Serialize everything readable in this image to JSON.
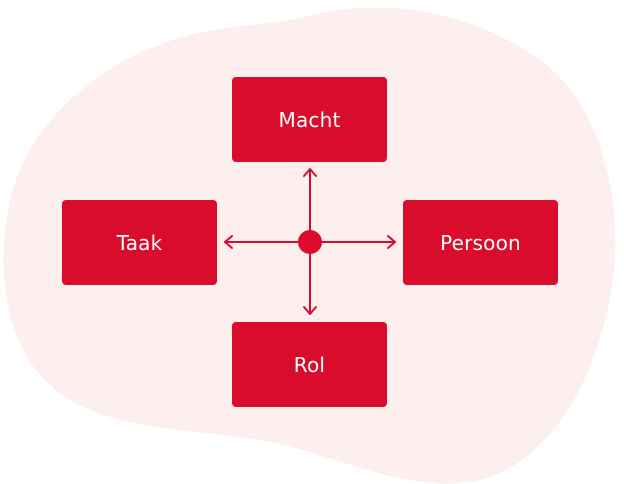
{
  "colors": {
    "box": "#d90d2b",
    "background_blob": "#fdefed",
    "connector": "#d90d2b",
    "text": "#ffffff"
  },
  "nodes": {
    "top": "Macht",
    "left": "Taak",
    "right": "Persoon",
    "bottom": "Rol"
  }
}
